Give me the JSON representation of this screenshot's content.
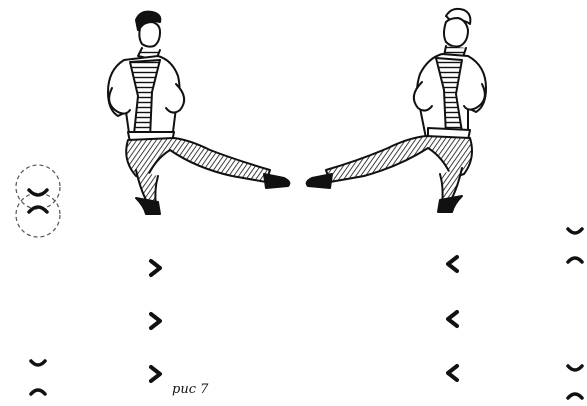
{
  "caption": "рис 7",
  "colors": {
    "ink": "#111111",
    "paper": "#ffffff",
    "dash": "#555555"
  },
  "figures": {
    "left_dancer": "male-dancer-kicking-right",
    "right_dancer": "male-dancer-kicking-left"
  },
  "markers": {
    "left_arrows": "chevron-right",
    "right_arrows": "chevron-left",
    "position_marks": "bracket-pair"
  }
}
